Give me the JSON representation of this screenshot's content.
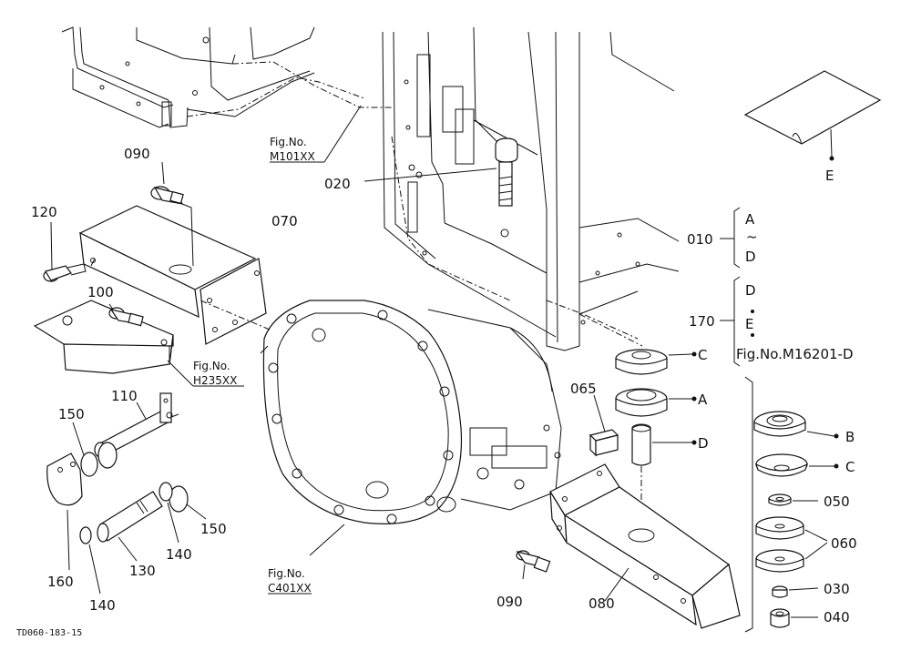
{
  "diagram_code": "TD060-183-15",
  "parts": {
    "p020": "020",
    "p090a": "090",
    "p090b": "090",
    "p120": "120",
    "p070": "070",
    "p100": "100",
    "p110": "110",
    "p150a": "150",
    "p150b": "150",
    "p160": "160",
    "p140a": "140",
    "p140b": "140",
    "p130": "130",
    "p065": "065",
    "p080": "080",
    "p050": "050",
    "p060": "060",
    "p030": "030",
    "p040": "040",
    "p010": "010",
    "p170": "170"
  },
  "refs": {
    "m101_title": "Fig.No.",
    "m101_code": "M101XX",
    "h235_title": "Fig.No.",
    "h235_code": "H235XX",
    "c401_title": "Fig.No.",
    "c401_code": "C401XX",
    "m16201": "Fig.No.M16201-D"
  },
  "letters": {
    "E_top": "E",
    "C1": "C",
    "A1": "A",
    "D1": "D",
    "B2": "B",
    "C2": "C",
    "group010_a": "A",
    "group010_tilde": "~",
    "group010_d": "D",
    "group170_d": "D",
    "group170_e": "E"
  }
}
